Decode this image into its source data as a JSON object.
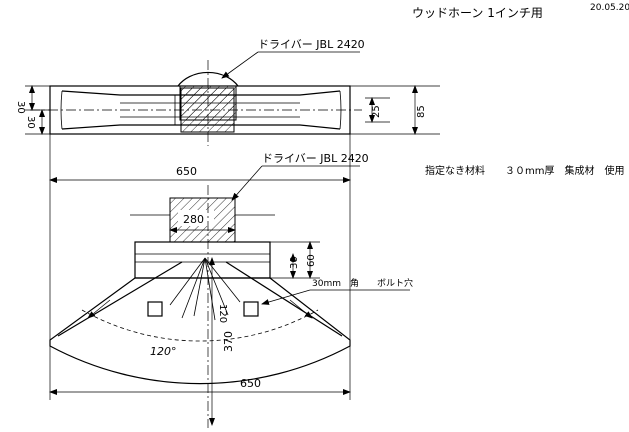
{
  "title": "ウッドホーン 1インチ用",
  "date": "20.05.20",
  "note": "指定なき材料　　３０mm厚　集成材　使用",
  "driver_label_top": "ドライバー JBL 2420",
  "driver_label_bottom": "ドライバー JBL 2420",
  "bolt_label": "30mm　角　　ボルト穴",
  "dimensions": {
    "side_30_upper": "30",
    "side_30_lower": "30",
    "side_25": "25",
    "side_85": "85",
    "width_650_top": "650",
    "driver_280": "280",
    "throat_30": "30",
    "throat_60": "60",
    "slot_120": "120",
    "depth_370": "370",
    "angle": "120°",
    "width_650_bottom": "650"
  }
}
